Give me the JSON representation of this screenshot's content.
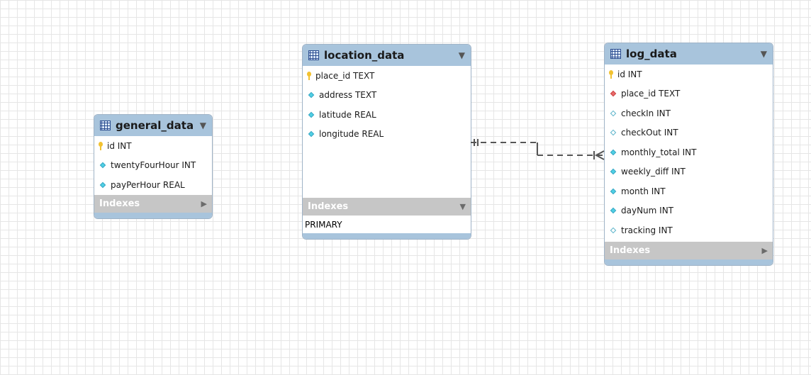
{
  "tables": {
    "general_data": {
      "name": "general_data",
      "columns": [
        {
          "label": "id INT",
          "icon": "primary-key-icon"
        },
        {
          "label": "twentyFourHour INT",
          "icon": "column-diamond-icon"
        },
        {
          "label": "payPerHour REAL",
          "icon": "column-diamond-icon"
        }
      ],
      "indexes_label": "Indexes"
    },
    "location_data": {
      "name": "location_data",
      "columns": [
        {
          "label": "place_id TEXT",
          "icon": "primary-key-icon"
        },
        {
          "label": "address TEXT",
          "icon": "column-diamond-icon"
        },
        {
          "label": "latitude REAL",
          "icon": "column-diamond-icon"
        },
        {
          "label": "longitude REAL",
          "icon": "column-diamond-icon"
        }
      ],
      "indexes_label": "Indexes",
      "indexes": [
        "PRIMARY"
      ]
    },
    "log_data": {
      "name": "log_data",
      "columns": [
        {
          "label": "id INT",
          "icon": "primary-key-icon"
        },
        {
          "label": "place_id TEXT",
          "icon": "foreign-key-icon"
        },
        {
          "label": "checkIn INT",
          "icon": "nullable-column-icon"
        },
        {
          "label": "checkOut INT",
          "icon": "nullable-column-icon"
        },
        {
          "label": "monthly_total INT",
          "icon": "column-diamond-icon"
        },
        {
          "label": "weekly_diff INT",
          "icon": "column-diamond-icon"
        },
        {
          "label": "month INT",
          "icon": "column-diamond-icon"
        },
        {
          "label": "dayNum INT",
          "icon": "column-diamond-icon"
        },
        {
          "label": "tracking INT",
          "icon": "nullable-column-icon"
        }
      ],
      "indexes_label": "Indexes"
    }
  },
  "colors": {
    "header": "#a8c4dc",
    "indexes_bar": "#c6c6c6",
    "primary_key": "#f2c230",
    "foreign_key": "#e86a6a",
    "column": "#4fd0e4",
    "relationship_line": "#555555"
  }
}
